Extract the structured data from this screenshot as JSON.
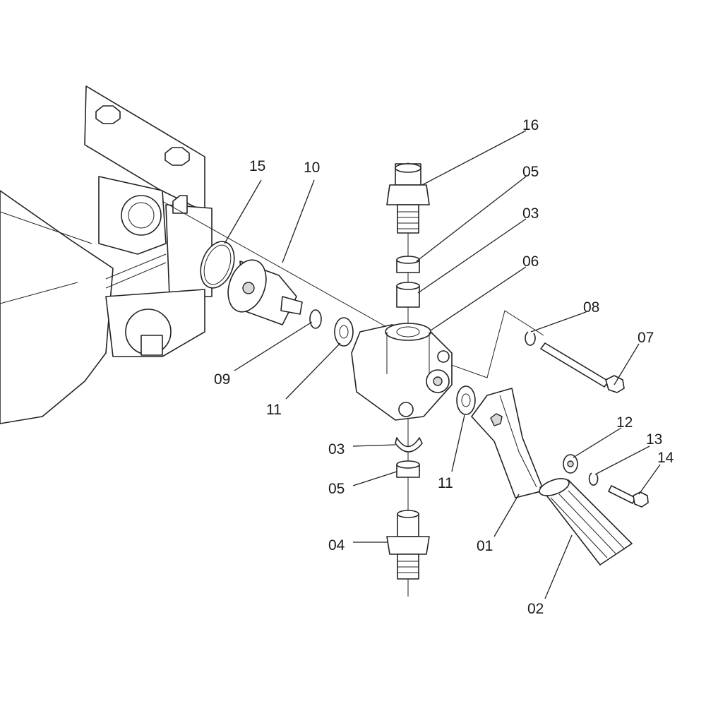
{
  "diagram": {
    "title": "Exploded parts view - valve assembly",
    "part_labels": {
      "p16": "16",
      "p05_top": "05",
      "p03_top": "03",
      "p06": "06",
      "p10": "10",
      "p15": "15",
      "p08": "08",
      "p07": "07",
      "p09": "09",
      "p11_left": "11",
      "p12": "12",
      "p13": "13",
      "p14": "14",
      "p03_bottom": "03",
      "p05_bottom": "05",
      "p11_right": "11",
      "p01": "01",
      "p04": "04",
      "p02": "02"
    }
  }
}
